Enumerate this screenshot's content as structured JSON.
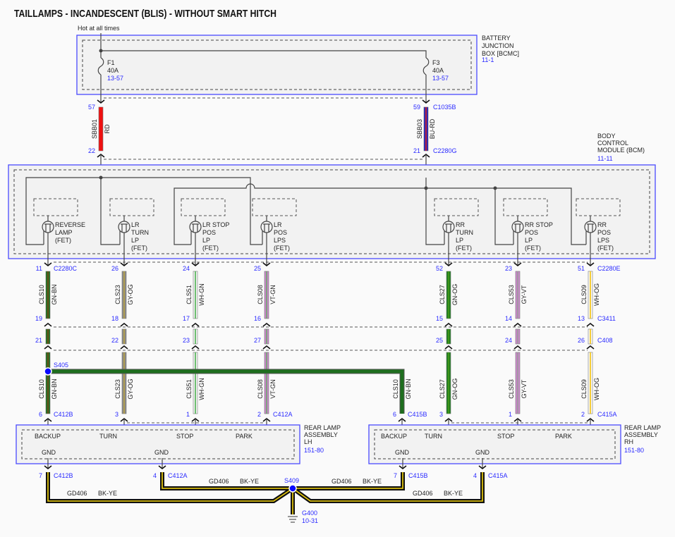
{
  "title": "TAILLAMPS - INCANDESCENT (BLIS) - WITHOUT SMART HITCH",
  "hot_label": "Hot at all times",
  "colors": {
    "module_border": "#4a4aff",
    "module_fill": "#f2f2f2",
    "ref_text": "#2a2aff",
    "splice": "#0a0aff"
  },
  "bjb": {
    "name": [
      "BATTERY",
      "JUNCTION",
      "BOX [BCMC]"
    ],
    "ref": "11-1",
    "fuses": [
      {
        "id": "F1",
        "rating": "40A",
        "ref": "13-57",
        "pin": "57",
        "circuit": "SBB01",
        "color": "RD",
        "bcm_pin": "22"
      },
      {
        "id": "F3",
        "rating": "40A",
        "ref": "13-57",
        "pin": "59",
        "connector": "C1035B",
        "circuit": "SBB03",
        "color": "BU-RD",
        "bcm_pin": "21",
        "bcm_connector": "C2280G"
      }
    ]
  },
  "bcm": {
    "name": [
      "BODY",
      "CONTROL",
      "MODULE (BCM)"
    ],
    "ref": "11-11"
  },
  "outputs": [
    {
      "fet": [
        "REVERSE",
        "LAMP",
        "(FET)"
      ],
      "circuit": "CLS10",
      "color": "GN-BN",
      "bcm_pin": "11",
      "bcm_connector": "C2280C",
      "c3411_pin": "19",
      "c408_pin": "21",
      "lamp_pin": "6",
      "lamp_connector": "C412B",
      "bottom_circuit": "CLS10"
    },
    {
      "fet": [
        "LR",
        "TURN",
        "LP",
        "(FET)"
      ],
      "circuit": "CLS23",
      "color": "GY-OG",
      "bcm_pin": "26",
      "c3411_pin": "18",
      "c408_pin": "22",
      "lamp_pin": "3",
      "bottom_circuit": "CLS23"
    },
    {
      "fet": [
        "LR STOP",
        "POS",
        "LP",
        "(FET)"
      ],
      "circuit": "CLS51",
      "color": "WH-GN",
      "bcm_pin": "24",
      "c3411_pin": "17",
      "c408_pin": "23",
      "lamp_pin": "1",
      "bottom_circuit": "CLS51"
    },
    {
      "fet": [
        "LR",
        "POS",
        "LPS",
        "(FET)"
      ],
      "circuit": "CLS08",
      "color": "VT-GN",
      "bcm_pin": "25",
      "c3411_pin": "16",
      "c408_pin": "27",
      "lamp_pin": "2",
      "lamp_connector": "C412A",
      "bottom_circuit": "CLS08"
    },
    {
      "fet": [
        "RR",
        "TURN",
        "LP",
        "(FET)"
      ],
      "circuit": "CLS27",
      "color": "GN-OG",
      "bcm_pin": "52",
      "c3411_pin": "15",
      "c408_pin": "25",
      "lamp_pin": "3",
      "bottom_circuit": "CLS27"
    },
    {
      "fet": [
        "RR STOP",
        "POS",
        "LP",
        "(FET)"
      ],
      "circuit": "CLS53",
      "color": "GY-VT",
      "bcm_pin": "23",
      "c3411_pin": "14",
      "c408_pin": "24",
      "lamp_pin": "1",
      "bottom_circuit": "CLS53"
    },
    {
      "fet": [
        "RR",
        "POS",
        "LPS",
        "(FET)"
      ],
      "circuit": "CLS09",
      "color": "WH-OG",
      "bcm_pin": "51",
      "bcm_connector": "C2280E",
      "c3411_pin": "13",
      "c3411_connector": "C3411",
      "c408_pin": "26",
      "c408_connector": "C408",
      "lamp_pin": "2",
      "lamp_connector": "C415A",
      "bottom_circuit": "CLS09"
    }
  ],
  "splice_s405": {
    "id": "S405",
    "branch_circuit": "CLS10",
    "branch_color": "GN-BN",
    "branch_pin": "6",
    "branch_connector": "C415B"
  },
  "lamps": [
    {
      "name": [
        "REAR LAMP",
        "ASSEMBLY",
        "LH"
      ],
      "ref": "151-80",
      "pins": [
        "BACKUP",
        "TURN",
        "STOP",
        "PARK"
      ],
      "gnds": [
        {
          "label": "GND",
          "pin": "7",
          "connector": "C412B"
        },
        {
          "label": "GND",
          "pin": "4",
          "connector": "C412A"
        }
      ]
    },
    {
      "name": [
        "REAR LAMP",
        "ASSEMBLY",
        "RH"
      ],
      "ref": "151-80",
      "pins": [
        "BACKUP",
        "TURN",
        "STOP",
        "PARK"
      ],
      "gnds": [
        {
          "label": "GND",
          "pin": "7",
          "connector": "C415B"
        },
        {
          "label": "GND",
          "pin": "4",
          "connector": "C415A"
        }
      ]
    }
  ],
  "ground": {
    "circuit": "GD406",
    "color": "BK-YE",
    "splice": "S409",
    "eyelet": "G400",
    "ref": "10-31"
  },
  "wire_colors": {
    "RD": [
      "#ee1111",
      "#ee1111"
    ],
    "BU-RD": [
      "#2222bb",
      "#dd2222"
    ],
    "GN-BN": [
      "#1e6e1e",
      "#7a4a1a"
    ],
    "GY-OG": [
      "#8a8a8a",
      "#b8a040"
    ],
    "WH-GN": [
      "#f4f4f4",
      "#4caf50"
    ],
    "VT-GN": [
      "#cc88cc",
      "#6aa86a"
    ],
    "GN-OG": [
      "#1e7e1e",
      "#4a9a1a"
    ],
    "GY-VT": [
      "#cc88cc",
      "#999999"
    ],
    "WH-OG": [
      "#fafafa",
      "#f2c20a"
    ],
    "BK-YE": [
      "#111111",
      "#f2d20a"
    ]
  }
}
